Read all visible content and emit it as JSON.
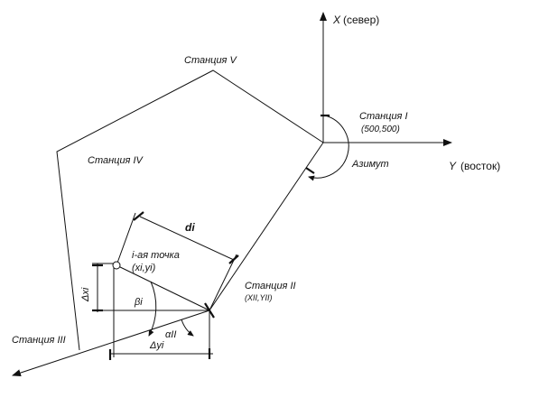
{
  "axes": {
    "x_label": "X",
    "x_sub": "(север)",
    "y_label": "Y",
    "y_sub": "(восток)"
  },
  "stations": {
    "s1": "Станция I",
    "s1_coords": "(500,500)",
    "s2": "Станция II",
    "s2_coords": "(XII,YII)",
    "s3": "Станция III",
    "s4": "Станция IV",
    "s5": "Станция V"
  },
  "labels": {
    "azimuth": "Азимут",
    "point": "i-ая точка",
    "point_coords": "(xi,yi)",
    "distance": "di",
    "delta_x": "Δxi",
    "delta_y": "Δyi",
    "beta": "βi",
    "alpha": "αII"
  }
}
